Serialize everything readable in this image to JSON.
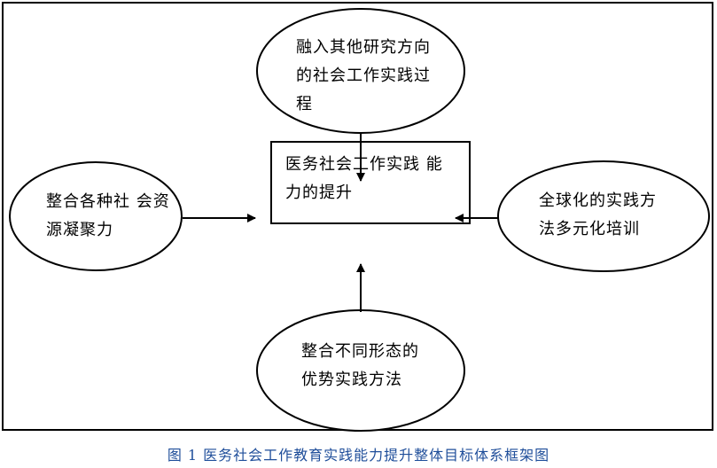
{
  "diagram": {
    "center": {
      "text": "医务社会工作实践 能力的提升"
    },
    "top": {
      "text": "融入其他研究方向的社会工作实践过程"
    },
    "left": {
      "text": "整合各种社 会资源凝聚力"
    },
    "right": {
      "text": "全球化的实践方法多元化培训"
    },
    "bottom": {
      "text": "整合不同形态的优势实践方法"
    }
  },
  "caption": "图 1 医务社会工作教育实践能力提升整体目标体系框架图",
  "colors": {
    "line": "#000000",
    "caption": "#1f4e9a"
  }
}
